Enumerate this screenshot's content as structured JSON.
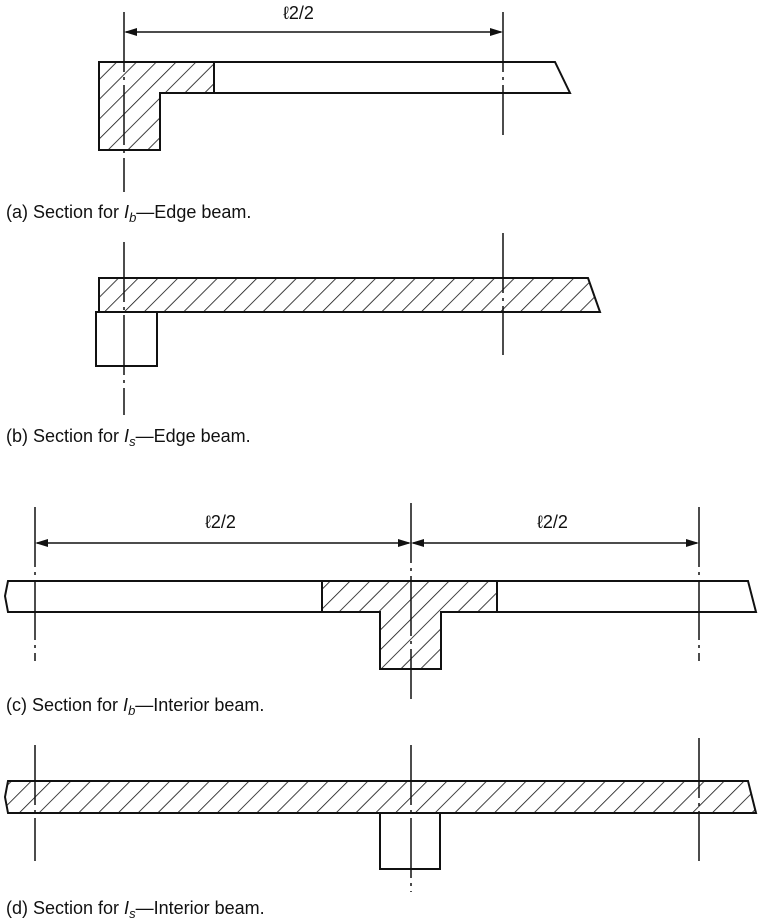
{
  "dimensions": {
    "half_span_a": "ℓ2/2",
    "half_span_c_left": "ℓ2/2",
    "half_span_c_right": "ℓ2/2"
  },
  "captions": {
    "a": {
      "prefix": "(a)  Section for ",
      "symbol": "I",
      "subscript": "b",
      "suffix": "—Edge beam."
    },
    "b": {
      "prefix": "(b)  Section for ",
      "symbol": "I",
      "subscript": "s",
      "suffix": "—Edge beam."
    },
    "c": {
      "prefix": "(c)  Section for ",
      "symbol": "I",
      "subscript": "b",
      "suffix": "—Interior beam."
    },
    "d": {
      "prefix": "(d)  Section for ",
      "symbol": "I",
      "subscript": "s",
      "suffix": "—Interior beam."
    }
  }
}
